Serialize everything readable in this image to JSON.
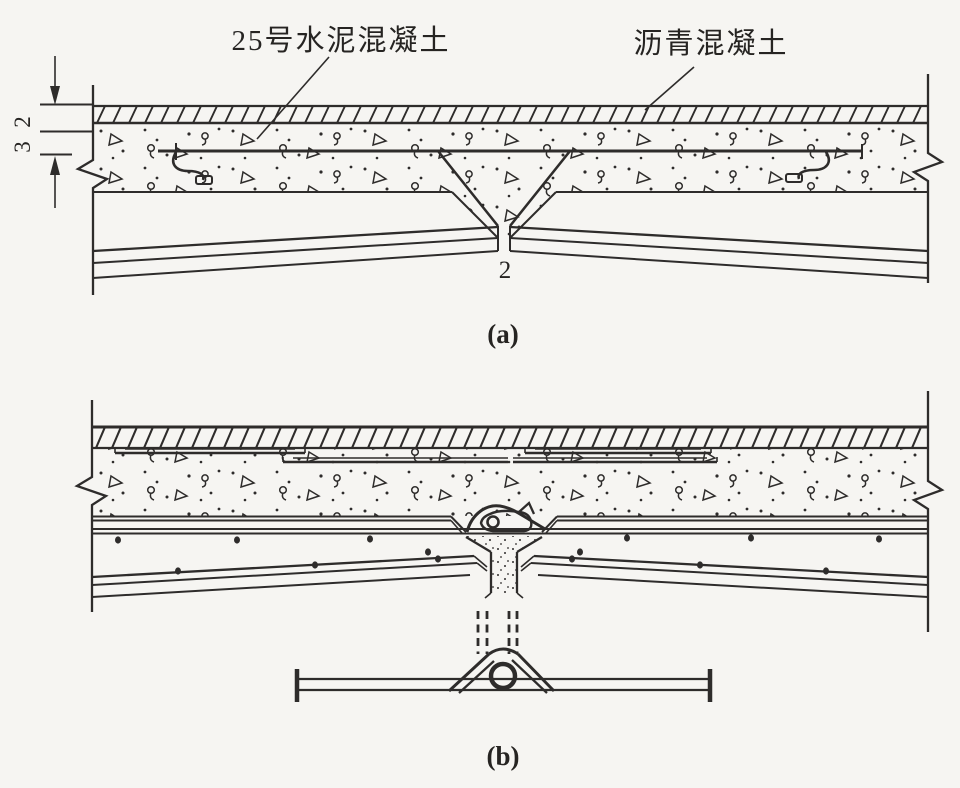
{
  "palette": {
    "ink": "#2e2c2b",
    "paper": "#f6f5f2"
  },
  "section_a": {
    "caption": "(a)",
    "labels": {
      "cement_concrete": "25号水泥混凝土",
      "asphalt_concrete": "沥青混凝土"
    },
    "dimensions": {
      "asphalt_thickness": "2",
      "concrete_thickness": "3",
      "joint_gap": "2"
    }
  },
  "section_b": {
    "caption": "(b)"
  }
}
